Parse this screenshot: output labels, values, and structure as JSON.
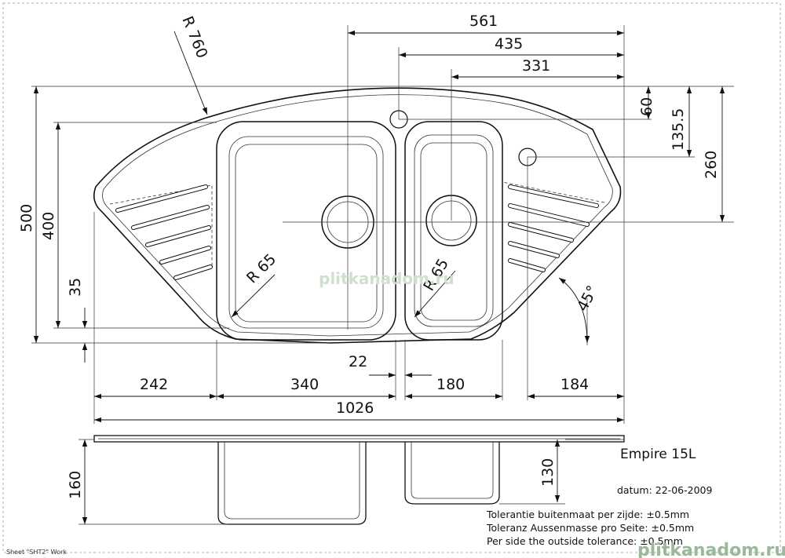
{
  "dimensions": {
    "d561": "561",
    "d435": "435",
    "d331": "331",
    "d60": "60",
    "d135_5": "135.5",
    "d260": "260",
    "d500": "500",
    "d400": "400",
    "d35": "35",
    "r760": "R 760",
    "r65_left": "R 65",
    "r65_right": "R 65",
    "angle45": "45°",
    "d22": "22",
    "d242": "242",
    "d340": "340",
    "d180": "180",
    "d184": "184",
    "d1026": "1026",
    "d160": "160",
    "d130": "130"
  },
  "info": {
    "model": "Empire 15L",
    "date": "datum:  22-06-2009",
    "tolerance_nl": "Tolerantie buitenmaat per zijde:  ±0.5mm",
    "tolerance_de": "Toleranz Aussenmasse pro Seite:  ±0.5mm",
    "tolerance_en": "Per side the outside tolerance: ±0.5mm",
    "sheet": "Sheet \"SHT2\" Work"
  },
  "watermarks": {
    "center": "plitkanadom.ru",
    "corner": "plitkanadom.ru"
  }
}
